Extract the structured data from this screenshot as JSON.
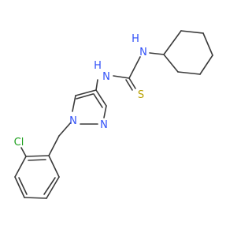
{
  "molecule": {
    "labels": {
      "nh_upper": "H",
      "n_upper": "N",
      "nh_lower": "H",
      "n_lower": "N",
      "s": "S",
      "n_ring1": "N",
      "n_ring2": "N",
      "cl": "Cl"
    },
    "colors": {
      "bond": "#3a3a3a",
      "nitrogen": "#3050f8",
      "sulfur": "#b8a000",
      "chlorine": "#1fa01f"
    }
  }
}
